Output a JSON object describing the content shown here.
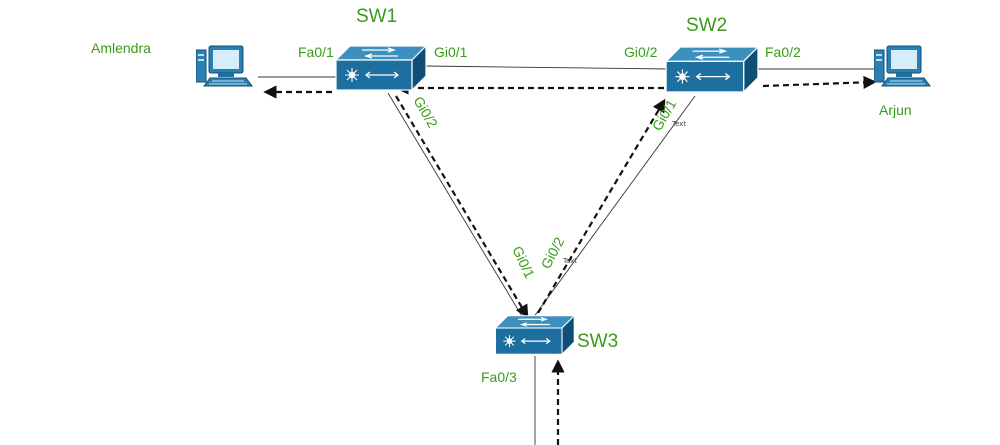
{
  "colors": {
    "label_green": "#3a9a1a",
    "switch_front": "#1c6f9e",
    "switch_top": "#3d8fbd",
    "switch_side": "#0f4f76",
    "pc_blue": "#2a7fb3"
  },
  "switches": {
    "sw1": {
      "name": "SW1",
      "icon": "network-switch-icon"
    },
    "sw2": {
      "name": "SW2",
      "icon": "network-switch-icon"
    },
    "sw3": {
      "name": "SW3",
      "icon": "network-switch-icon"
    }
  },
  "hosts": {
    "amlendra": {
      "name": "Amlendra",
      "icon": "desktop-computer-icon"
    },
    "arjun": {
      "name": "Arjun",
      "icon": "desktop-computer-icon"
    }
  },
  "ports": {
    "sw1_fa01": "Fa0/1",
    "sw1_gi01": "Gi0/1",
    "sw1_gi02": "Gi0/2",
    "sw2_gi02": "Gi0/2",
    "sw2_fa02": "Fa0/2",
    "sw2_gi01": "Gi0/1",
    "sw3_gi01": "Gi0/1",
    "sw3_gi02": "Gi0/2",
    "sw3_fa03": "Fa0/3"
  },
  "stray_text": {
    "near_sw2": "Text",
    "near_sw3": "Text"
  }
}
